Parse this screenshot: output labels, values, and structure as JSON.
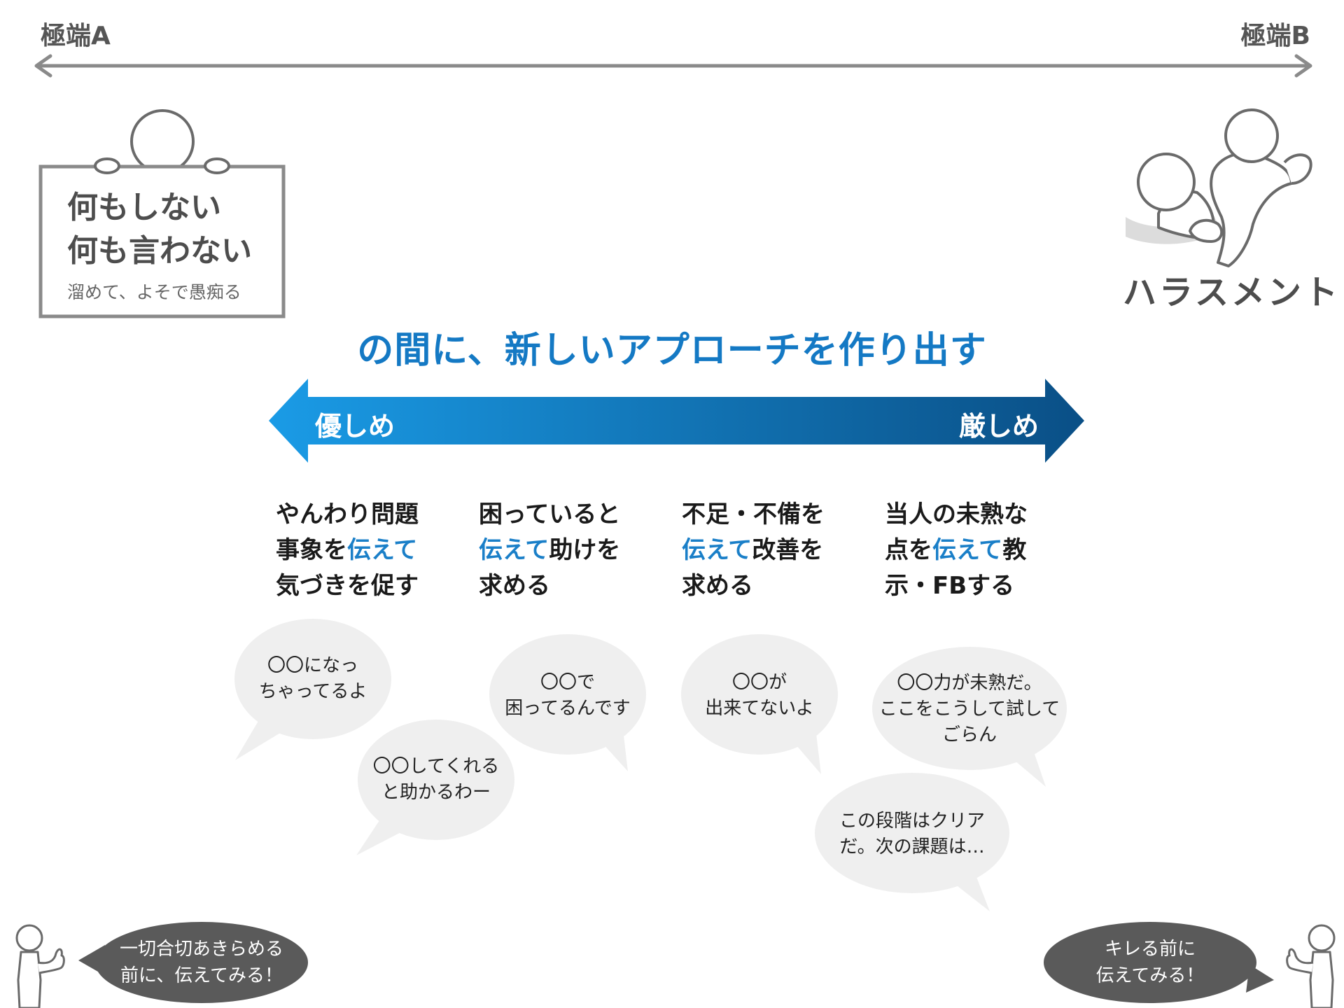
{
  "extremes": {
    "left": "極端A",
    "right": "極端B"
  },
  "left_sign": {
    "line1": "何もしない",
    "line2": "何も言わない",
    "sub": "溜めて、よそで愚痴る"
  },
  "right_label": "ハラスメント",
  "headline": "の間に、新しいアプローチを作り出す",
  "gradient_arrow": {
    "left_label": "優しめ",
    "right_label": "厳しめ",
    "color_start": "#1a9be6",
    "color_end": "#0a4f86"
  },
  "approaches": [
    {
      "l1": "やんわり問題",
      "l2a": "事象を",
      "l2b": "伝えて",
      "l2c": "",
      "l3": "気づきを促す"
    },
    {
      "l1": "困っていると",
      "l2a": "",
      "l2b": "伝えて",
      "l2c": "助けを",
      "l3": "求める"
    },
    {
      "l1": "不足・不備を",
      "l2a": "",
      "l2b": "伝えて",
      "l2c": "改善を",
      "l3": "求める"
    },
    {
      "l1": "当人の未熟な",
      "l2a": "点を",
      "l2b": "伝えて",
      "l2c": "教",
      "l3": "示・FBする"
    }
  ],
  "bubbles": [
    {
      "l1": "〇〇になっ",
      "l2": "ちゃってるよ"
    },
    {
      "l1": "〇〇してくれる",
      "l2": "と助かるわー"
    },
    {
      "l1": "〇〇で",
      "l2": "困ってるんです"
    },
    {
      "l1": "〇〇が",
      "l2": "出来てないよ"
    },
    {
      "l1": "〇〇力が未熟だ。",
      "l2": "ここをこうして試して",
      "l3": "ごらん"
    },
    {
      "l1": "この段階はクリア",
      "l2": "だ。次の課題は…"
    }
  ],
  "bottom_left_bubble": {
    "l1": "一切合切あきらめる",
    "l2": "前に、伝えてみる！"
  },
  "bottom_right_bubble": {
    "l1": "キレる前に",
    "l2": "伝えてみる！"
  },
  "colors": {
    "accent": "#1479c4",
    "bubble_fill": "#efefef",
    "dark_bubble": "#5a5a5a",
    "line_gray": "#8a8a8a"
  },
  "icons": [
    "person-holding-sign-icon",
    "harassment-figures-icon",
    "thumbs-up-person-icon"
  ]
}
